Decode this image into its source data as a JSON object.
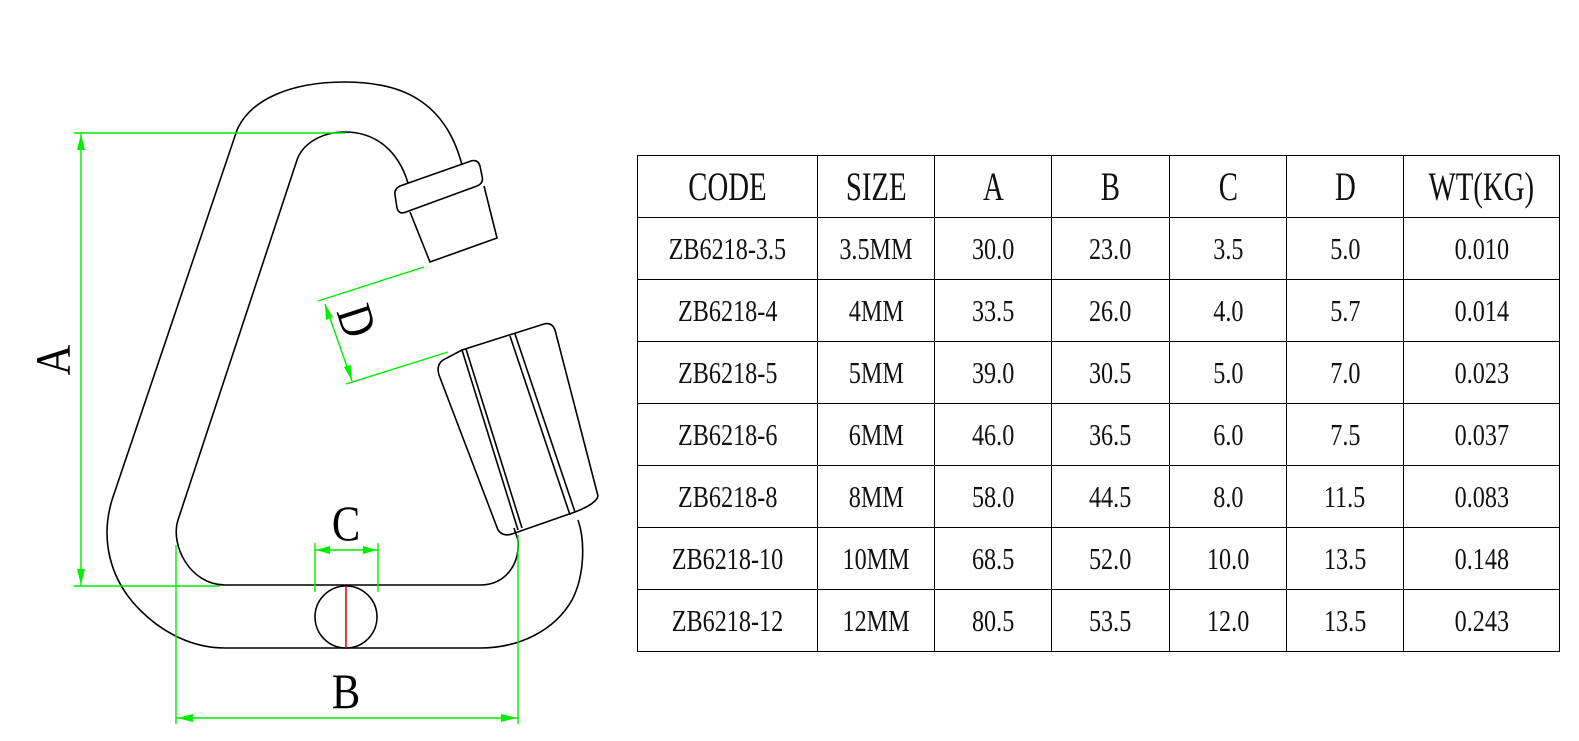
{
  "drawing": {
    "dimension_labels": {
      "a": "A",
      "b": "B",
      "c": "C",
      "d": "D"
    },
    "colors": {
      "outline": "#000000",
      "dimension": "#00ee00",
      "section_line": "#e00000"
    }
  },
  "table": {
    "headers": [
      "CODE",
      "SIZE",
      "A",
      "B",
      "C",
      "D",
      "WT(KG)"
    ],
    "rows": [
      [
        "ZB6218-3.5",
        "3.5MM",
        "30.0",
        "23.0",
        "3.5",
        "5.0",
        "0.010"
      ],
      [
        "ZB6218-4",
        "4MM",
        "33.5",
        "26.0",
        "4.0",
        "5.7",
        "0.014"
      ],
      [
        "ZB6218-5",
        "5MM",
        "39.0",
        "30.5",
        "5.0",
        "7.0",
        "0.023"
      ],
      [
        "ZB6218-6",
        "6MM",
        "46.0",
        "36.5",
        "6.0",
        "7.5",
        "0.037"
      ],
      [
        "ZB6218-8",
        "8MM",
        "58.0",
        "44.5",
        "8.0",
        "11.5",
        "0.083"
      ],
      [
        "ZB6218-10",
        "10MM",
        "68.5",
        "52.0",
        "10.0",
        "13.5",
        "0.148"
      ],
      [
        "ZB6218-12",
        "12MM",
        "80.5",
        "53.5",
        "12.0",
        "13.5",
        "0.243"
      ]
    ]
  }
}
